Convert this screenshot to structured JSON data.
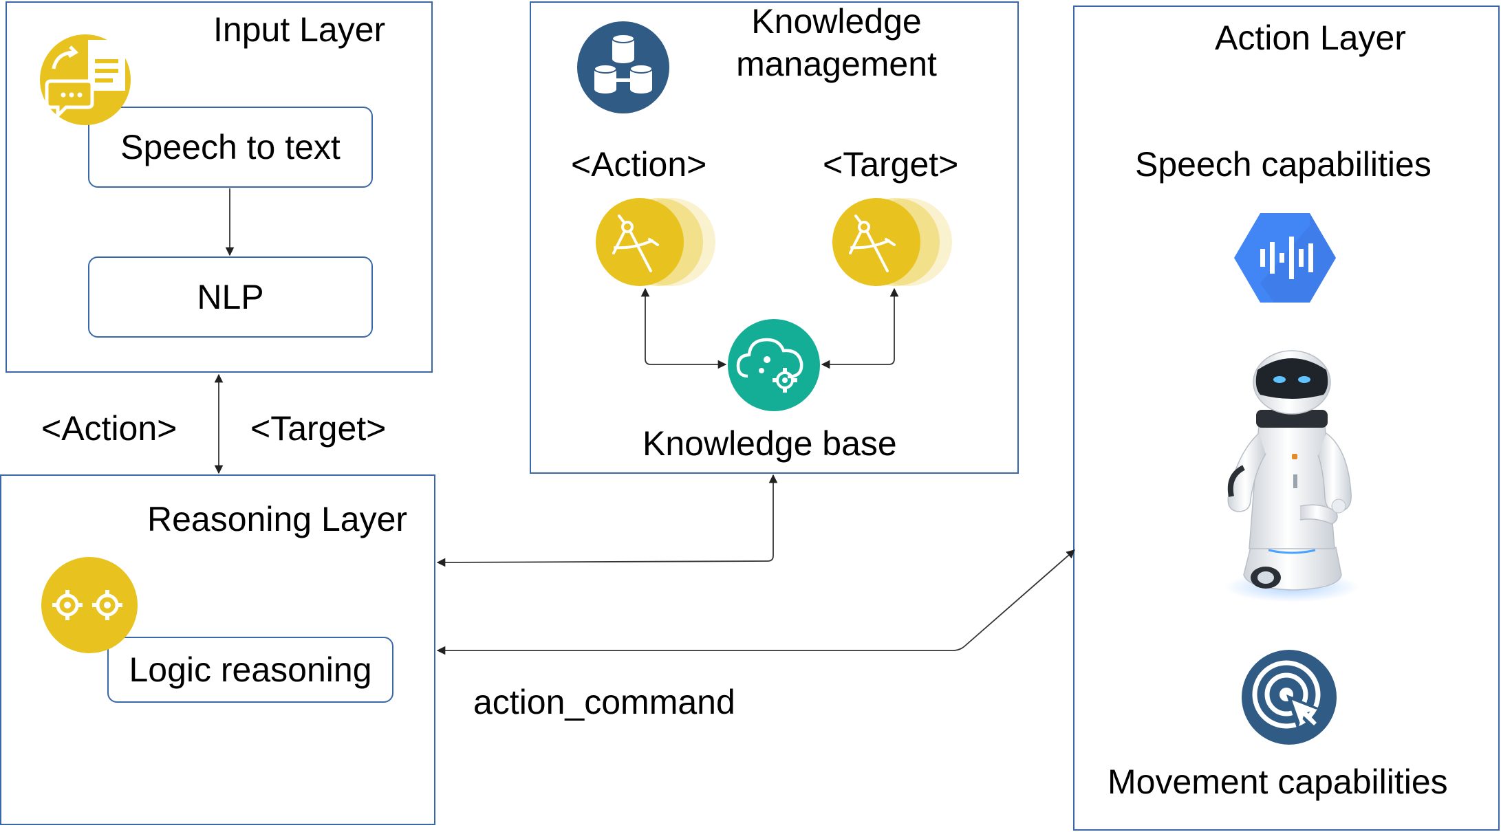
{
  "input_layer": {
    "title": "Input Layer",
    "speech_box": "Speech to text",
    "nlp_box": "NLP"
  },
  "between_labels": {
    "action": "<Action>",
    "target": "<Target>"
  },
  "reasoning_layer": {
    "title": "Reasoning Layer",
    "logic_box": "Logic reasoning"
  },
  "knowledge": {
    "title_line1": "Knowledge",
    "title_line2": "management",
    "action": "<Action>",
    "target": "<Target>",
    "base": "Knowledge base"
  },
  "action_layer": {
    "title": "Action Layer",
    "speech": "Speech capabilities",
    "movement": "Movement capabilities"
  },
  "edge_label": "action_command",
  "colors": {
    "layer_border": "#3a67a8",
    "yellow": "#e8c21e",
    "navy": "#2f5b85",
    "teal": "#14ad96",
    "google_blue": "#4285f4"
  },
  "icons": [
    "chat-document-icon",
    "database-icon",
    "compass-icon",
    "cloud-gear-icon",
    "gears-icon",
    "speech-waveform-icon",
    "robot-image",
    "target-cursor-icon"
  ]
}
